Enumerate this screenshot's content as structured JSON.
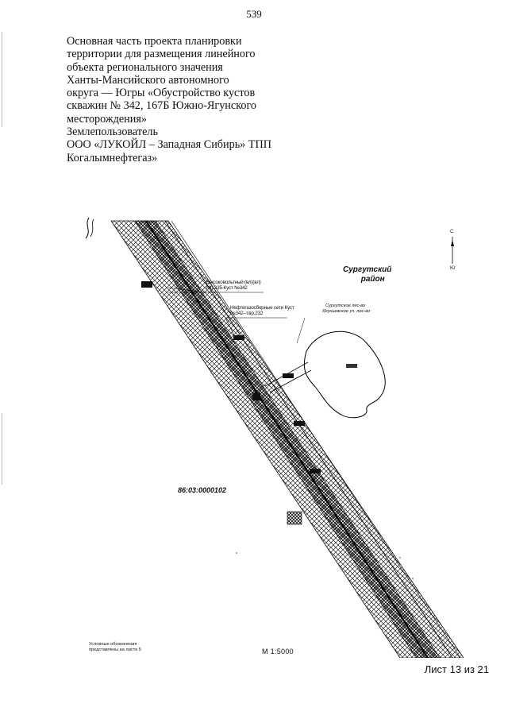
{
  "page": {
    "number": "539",
    "sheet": "Лист 13 из 21"
  },
  "header": {
    "lines": [
      "Основная часть проекта планировки",
      "территории для размещения линейного",
      "объекта регионального значения",
      "Ханты-Мансийского автономного",
      "округа — Югры «Обустройство кустов",
      "скважин № 342, 167Б Южно-Ягунского",
      "месторождения»",
      "Землепользователь",
      "ООО «ЛУКОЙЛ – Западная Сибирь» ТПП",
      "Когалымнефтегаз»"
    ]
  },
  "map": {
    "district": [
      "Сургутский",
      "район"
    ],
    "forestry": [
      "Сургутское лес-во",
      "Ягуньевское уч. лес-во"
    ],
    "line_label_1": [
      "Высоковольтный (вл)(вл)",
      "Мп.335-Куст №342"
    ],
    "line_label_2": [
      "Нефтегазосборные сети Куст",
      "№342–т.вр.232"
    ],
    "cadastral": "86:03:0000102",
    "scale": "М 1:5000",
    "legend_note": [
      "Условные обозначения",
      "представлены на листе 5"
    ],
    "north": {
      "top": "С",
      "bottom": "Ю"
    }
  }
}
